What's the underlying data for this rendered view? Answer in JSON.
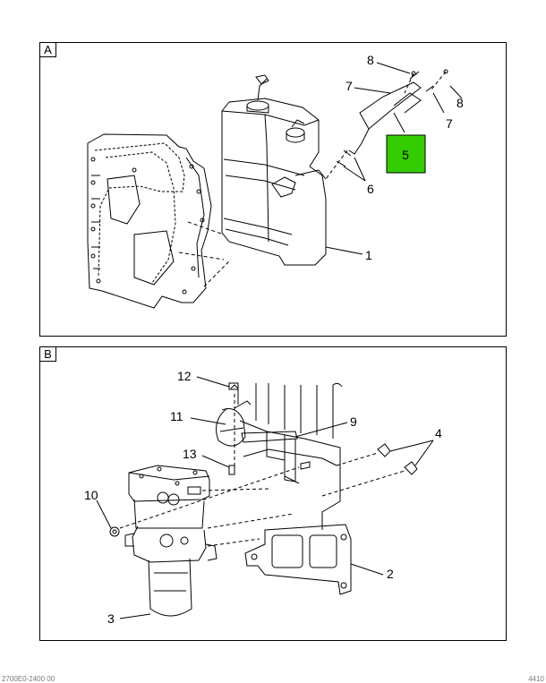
{
  "panels": [
    {
      "tag": "A",
      "callouts": [
        "8",
        "7",
        "8",
        "7",
        "5",
        "6",
        "1"
      ]
    },
    {
      "tag": "B",
      "callouts": [
        "12",
        "11",
        "9",
        "4",
        "13",
        "10",
        "2",
        "3"
      ]
    }
  ],
  "highlight": {
    "label": "5",
    "color": "#33cc00"
  },
  "footer": {
    "left": "2700E0-2400 00",
    "right": "4410"
  }
}
